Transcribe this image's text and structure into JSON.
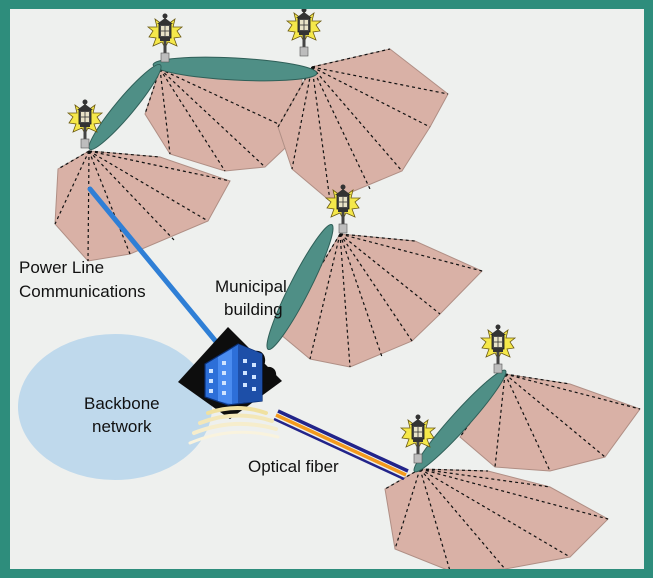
{
  "labels": {
    "plc_line1": "Power Line",
    "plc_line2": "Communications",
    "municipal_line1": "Municipal",
    "municipal_line2": "building",
    "backbone_line1": "Backbone",
    "backbone_line2": "network",
    "optical": "Optical fiber"
  },
  "colors": {
    "border": "#2e8d7c",
    "background": "#eef0ee",
    "coverage_fill": "#d9b1a6",
    "lobe_fill": "#4f8f86",
    "backbone_fill": "#bfd9ec",
    "plc_line": "#2f7fd6",
    "fiber_orange": "#f39a1e",
    "fiber_blue": "#22248a"
  },
  "icons": [
    "street-lamp-icon",
    "municipal-building-icon",
    "wifi-waves-icon",
    "wireless-node-icon"
  ]
}
